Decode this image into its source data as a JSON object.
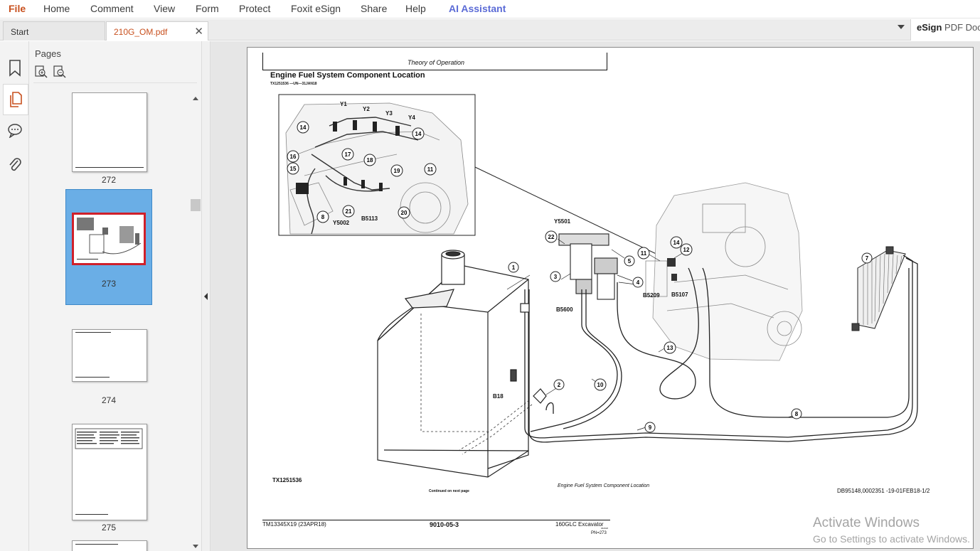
{
  "menu": {
    "file": "File",
    "home": "Home",
    "comment": "Comment",
    "view": "View",
    "form": "Form",
    "protect": "Protect",
    "foxit_esign": "Foxit eSign",
    "share": "Share",
    "help": "Help",
    "ai_assistant": "AI Assistant"
  },
  "tabs": {
    "start": "Start",
    "document": "210G_OM.pdf",
    "close_glyph": "✕"
  },
  "esign": {
    "brand": "eSign",
    "rest": " PDF Doc"
  },
  "rail": {
    "icons": [
      "bookmark-icon",
      "pages-icon",
      "comment-icon",
      "attachment-icon"
    ]
  },
  "pages_panel": {
    "title": "Pages",
    "thumbnails": [
      {
        "label": "272"
      },
      {
        "label": "273",
        "selected": true
      },
      {
        "label": "274"
      },
      {
        "label": "275"
      }
    ]
  },
  "pdf_page": {
    "header_text": "Theory of Operation",
    "title": "Engine Fuel System Component Location",
    "ref_code": "TX1251536 —UN—31JAN18",
    "callouts": {
      "y1": "Y1",
      "y2": "Y2",
      "y3": "Y3",
      "y4": "Y4",
      "y5002": "Y5002",
      "b5113": "B5113",
      "y5501": "Y5501",
      "b5600": "B5600",
      "b5209": "B5209",
      "b5107": "B5107",
      "b18": "B18"
    },
    "numbers": {
      "n1": "1",
      "n2": "2",
      "n3": "3",
      "n4": "4",
      "n5": "5",
      "n7": "7",
      "n8": "8",
      "n9": "9",
      "n10": "10",
      "n11": "11",
      "n12": "12",
      "n13": "13",
      "n14": "14",
      "n15": "15",
      "n16": "16",
      "n17": "17",
      "n18": "18",
      "n19": "19",
      "n20": "20",
      "n21": "21",
      "n22": "22"
    },
    "figure_id": "TX1251536",
    "continued": "Continued on next page",
    "caption": "Engine Fuel System Component Location",
    "doc_ref": "DB95148,0002351 -19-01FEB18-1/2",
    "footer_left": "TM13345X19 (23APR18)",
    "footer_center": "9010-05-3",
    "footer_right": "160GLC Excavator",
    "footer_small": "062918",
    "footer_pn": "PN=273"
  },
  "watermark": {
    "line1": "Activate Windows",
    "line2": "Go to Settings to activate Windows."
  },
  "colors": {
    "accent_orange": "#c8501e",
    "ai_purple": "#5b6bd6",
    "thumb_selected": "#6aaee6",
    "thumb_red_border": "#d0202a"
  }
}
